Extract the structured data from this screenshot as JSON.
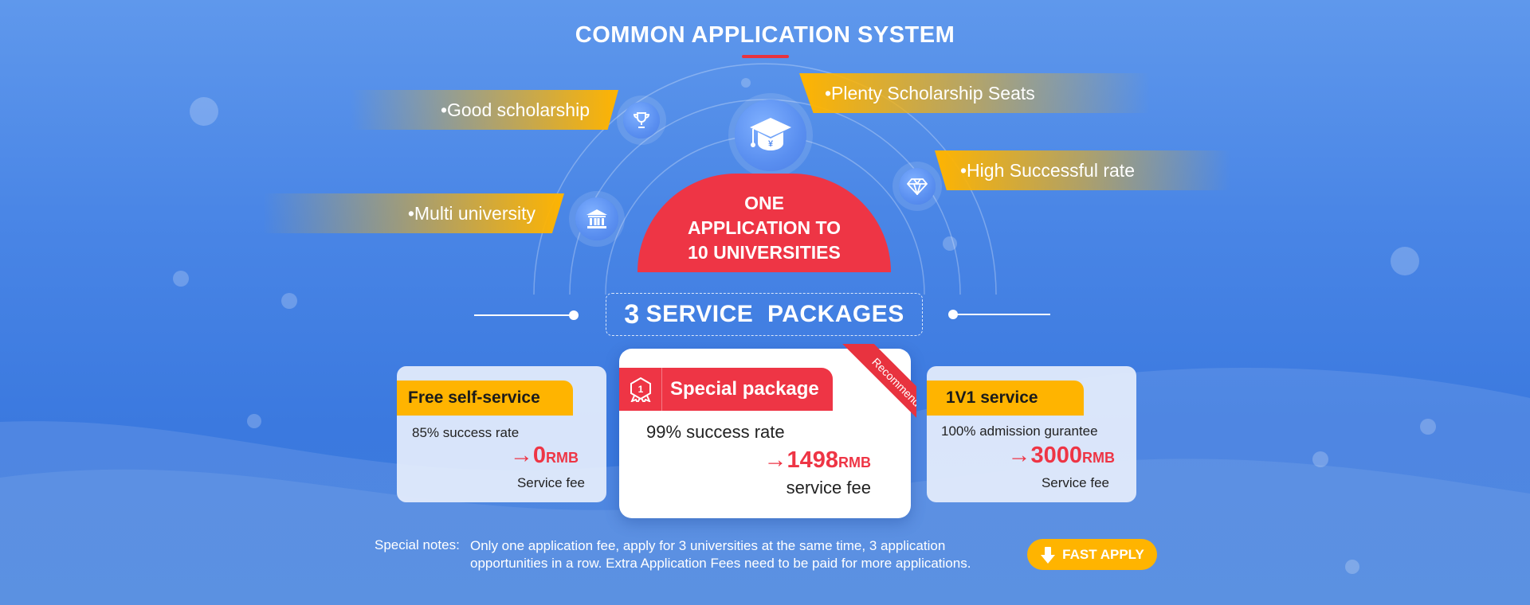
{
  "header": {
    "title": "COMMON APPLICATION SYSTEM"
  },
  "features": {
    "good_scholarship": "•Good scholarship",
    "plenty_seats": "•Plenty Scholarship Seats",
    "high_rate": "•High Successful rate",
    "multi_university": "•Multi university"
  },
  "hero": {
    "line1": "ONE",
    "line2": "APPLICATION TO",
    "line3": "10 UNIVERSITIES"
  },
  "packages_heading": {
    "number": "3",
    "text": "SERVICE  PACKAGES"
  },
  "packages": [
    {
      "name": "Free self-service",
      "rate": "85% success rate",
      "arrow": "→",
      "price": "0",
      "currency": "RMB",
      "fee_label": "Service fee"
    },
    {
      "name": "Special package",
      "rate": "99% success rate",
      "arrow": "→",
      "price": "1498",
      "currency": "RMB",
      "fee_label": "service fee",
      "badge": "Recommend"
    },
    {
      "name": "1V1 service",
      "rate": "100% admission gurantee",
      "arrow": "→",
      "price": "3000",
      "currency": "RMB",
      "fee_label": "Service fee"
    }
  ],
  "notes": {
    "label": "Special notes:",
    "text": "Only one application fee, apply for 3 universities at the same time, 3 application opportunities in a row. Extra Application Fees need to be paid for more applications."
  },
  "cta": {
    "label": "FAST APPLY"
  },
  "colors": {
    "accent_red": "#ee3545",
    "accent_yellow": "#ffb400",
    "background_blue": "#4a86e6"
  },
  "icons": [
    "trophy-icon",
    "graduation-cap-icon",
    "diamond-icon",
    "bank-icon",
    "medal-icon",
    "arrow-down-icon"
  ]
}
